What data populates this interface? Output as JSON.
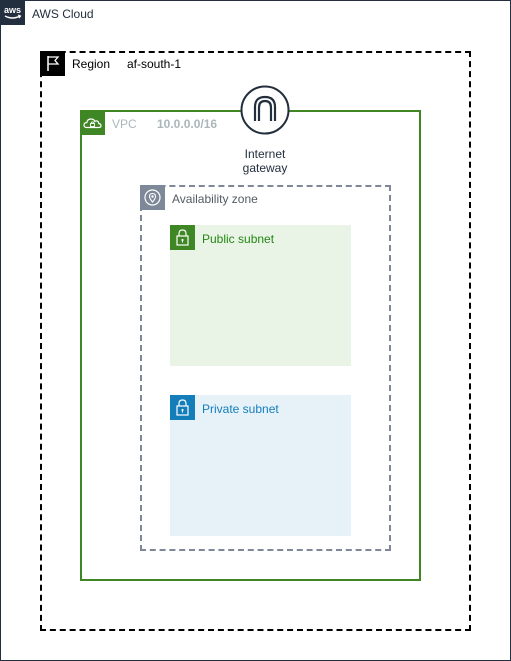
{
  "aws_cloud": {
    "label": "AWS Cloud",
    "icon": "aws-logo-icon"
  },
  "region": {
    "label": "Region",
    "name": "af-south-1",
    "icon": "flag-icon"
  },
  "vpc": {
    "label": "VPC",
    "cidr": "10.0.0.0/16",
    "icon": "vpc-cloud-lock-icon"
  },
  "internet_gateway": {
    "label": "Internet\ngateway",
    "icon": "internet-gateway-icon"
  },
  "availability_zone": {
    "label": "Availability zone",
    "icon": "location-pin-icon"
  },
  "public_subnet": {
    "label": "Public subnet",
    "icon": "lock-icon"
  },
  "private_subnet": {
    "label": "Private subnet",
    "icon": "lock-icon"
  },
  "colors": {
    "cloud": "#232F3E",
    "region": "#000000",
    "vpc": "#3F8624",
    "vpc_label": "#AAB7B8",
    "availability_zone": "#7D8998",
    "public_subnet_fill": "#E9F3E6",
    "public_subnet_accent": "#3F8624",
    "private_subnet_fill": "#E6F2F8",
    "private_subnet_accent": "#147EBA"
  }
}
